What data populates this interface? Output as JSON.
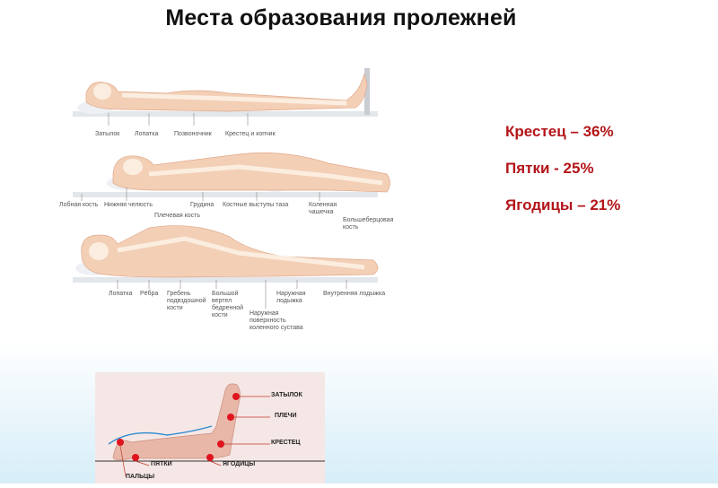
{
  "title": "Места образования пролежней",
  "stats": [
    {
      "label": "Крестец – 36%"
    },
    {
      "label": "Пятки - 25%"
    },
    {
      "label": "Ягодицы – 21%"
    }
  ],
  "figure_top": {
    "supine": [
      "Затылок",
      "Лопатка",
      "Позвоночник",
      "Крестец и копчик"
    ],
    "prone": [
      "Лобная кость",
      "Нижняя челюсть",
      "Грудина",
      "Костные выступы таза",
      "Коленная чашечка",
      "Плечевая кость",
      "Большеберцовая кость"
    ],
    "lateral": [
      "Лопатка",
      "Рёбра",
      "Гребень подвздошной кости",
      "Большой вертел бедренной кости",
      "Наружная лодыжка",
      "Наружная поверхность коленного сустава",
      "Внутренняя лодыжка"
    ]
  },
  "figure_sit": {
    "labels": [
      "ЗАТЫЛОК",
      "ПЛЕЧИ",
      "КРЕСТЕЦ",
      "ПЯТКИ",
      "ЯГОДИЦЫ",
      "ПАЛЬЦЫ"
    ]
  },
  "colors": {
    "stat_red": "#b3151a",
    "skin": "#f3cfb6",
    "bone": "#fbeee0",
    "marker": "#e0141e"
  }
}
